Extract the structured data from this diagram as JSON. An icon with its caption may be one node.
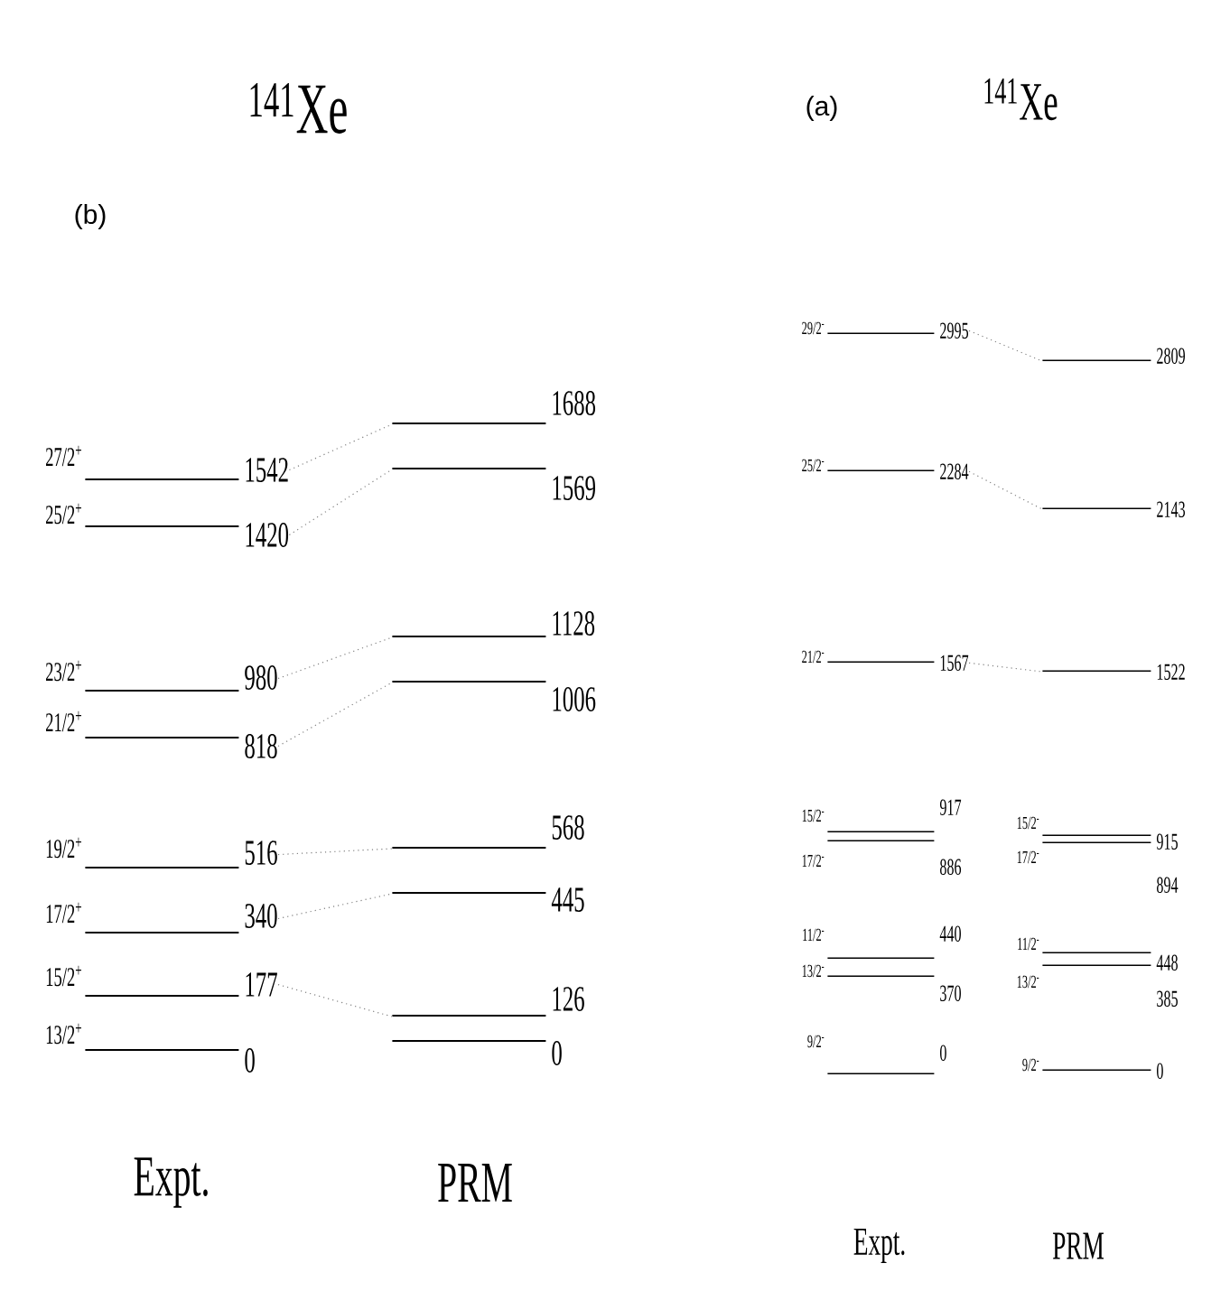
{
  "diagram": {
    "nodes": [
      {
        "text": [
          "1542"
        ],
        "beside": [
          "27/2$^{+}$"
        ]
      },
      {
        "text": [
          "1420"
        ],
        "beside": [
          "25/2$^{+}$"
        ]
      },
      {
        "text": [
          "980"
        ],
        "beside": [
          "23/2$^{+}$"
        ]
      },
      {
        "text": [
          "818"
        ],
        "beside": [
          "21/2$^{+}$"
        ]
      },
      {
        "text": [
          "516"
        ],
        "beside": [
          "19/2$^{+}$"
        ]
      },
      {
        "text": [
          "340"
        ],
        "beside": [
          "17/2$^{+}$"
        ]
      },
      {
        "text": [
          "177"
        ],
        "beside": [
          "15/2$^{+}$"
        ]
      },
      {
        "text": [
          "0"
        ],
        "beside": [
          "13/2$^{+}$"
        ]
      },
      {
        "text": [
          "1688"
        ]
      },
      {
        "text": [
          "1569"
        ]
      },
      {
        "text": [
          "1128"
        ]
      },
      {
        "text": [
          "1006"
        ]
      },
      {
        "text": [
          "568"
        ]
      },
      {
        "text": [
          "445"
        ]
      },
      {
        "text": [
          "126"
        ]
      },
      {
        "text": [
          "0"
        ]
      },
      {
        "text": [
          "2995"
        ],
        "beside": [
          "29/2$^{-}$"
        ]
      },
      {
        "text": [
          "2284"
        ],
        "beside": [
          "25/2$^{-}$"
        ]
      },
      {
        "text": [
          "1567"
        ],
        "beside": [
          "21/2$^{-}$"
        ]
      },
      {
        "text": [
          "917"
        ],
        "beside": [
          "15/2$^{-}$"
        ]
      },
      {
        "text": [
          "886"
        ],
        "beside": [
          "17/2$^{-}$"
        ]
      },
      {
        "text": [
          "440"
        ],
        "beside": [
          "11/2$^{-}$"
        ]
      },
      {
        "text": [
          "370"
        ],
        "beside": [
          "13/2$^{-}$"
        ]
      },
      {
        "text": [
          "0"
        ],
        "beside": [
          "9/2$^{-}$"
        ]
      },
      {
        "text": [
          "2809"
        ]
      },
      {
        "text": [
          "2143"
        ]
      },
      {
        "text": [
          "1522"
        ]
      },
      {
        "text": [
          "915"
        ],
        "beside": [
          "15/2$^{-}$"
        ]
      },
      {
        "text": [
          "894"
        ],
        "beside": [
          "17/2$^{-}$"
        ]
      },
      {
        "text": [
          "448"
        ],
        "beside": [
          "11/2$^{-}$"
        ]
      },
      {
        "text": [
          "385"
        ],
        "beside": [
          "13/2$^{-}$"
        ]
      },
      {
        "text": [
          "0"
        ],
        "beside": [
          "9/2$^{-}$"
        ]
      }
    ],
    "edges": [
      {
        "from": 0,
        "to": 8,
        "arrow": "none"
      },
      {
        "from": 1,
        "to": 9,
        "arrow": "none"
      },
      {
        "from": 2,
        "to": 10,
        "arrow": "none"
      },
      {
        "from": 3,
        "to": 11,
        "arrow": "none"
      },
      {
        "from": 4,
        "to": 12,
        "arrow": "none"
      },
      {
        "from": 5,
        "to": 13,
        "arrow": "none"
      },
      {
        "from": 6,
        "to": 14,
        "arrow": "none"
      },
      {
        "from": 16,
        "to": 24,
        "arrow": "none"
      },
      {
        "from": 17,
        "to": 25,
        "arrow": "none"
      },
      {
        "from": 18,
        "to": 26,
        "arrow": "none"
      }
    ],
    "labels": [
      "$^{141}$Xe",
      "(a)",
      "$^{141}$Xe",
      "(b)",
      "Expt.",
      "PRM",
      "Expt.",
      "PRM"
    ]
  }
}
